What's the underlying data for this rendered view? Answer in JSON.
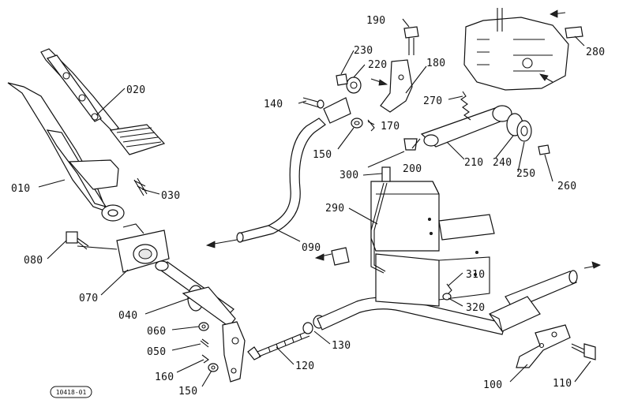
{
  "parts": [
    {
      "id": "p010",
      "label": "010"
    },
    {
      "id": "p020",
      "label": "020"
    },
    {
      "id": "p030",
      "label": "030"
    },
    {
      "id": "p040",
      "label": "040"
    },
    {
      "id": "p050",
      "label": "050"
    },
    {
      "id": "p060",
      "label": "060"
    },
    {
      "id": "p070",
      "label": "070"
    },
    {
      "id": "p080",
      "label": "080"
    },
    {
      "id": "p090",
      "label": "090"
    },
    {
      "id": "p100",
      "label": "100"
    },
    {
      "id": "p110",
      "label": "110"
    },
    {
      "id": "p120",
      "label": "120"
    },
    {
      "id": "p130",
      "label": "130"
    },
    {
      "id": "p140",
      "label": "140"
    },
    {
      "id": "p150a",
      "label": "150"
    },
    {
      "id": "p150b",
      "label": "150"
    },
    {
      "id": "p160",
      "label": "160"
    },
    {
      "id": "p170",
      "label": "170"
    },
    {
      "id": "p180",
      "label": "180"
    },
    {
      "id": "p190",
      "label": "190"
    },
    {
      "id": "p200",
      "label": "200"
    },
    {
      "id": "p210",
      "label": "210"
    },
    {
      "id": "p220",
      "label": "220"
    },
    {
      "id": "p230",
      "label": "230"
    },
    {
      "id": "p240",
      "label": "240"
    },
    {
      "id": "p250",
      "label": "250"
    },
    {
      "id": "p260",
      "label": "260"
    },
    {
      "id": "p270",
      "label": "270"
    },
    {
      "id": "p280",
      "label": "280"
    },
    {
      "id": "p290",
      "label": "290"
    },
    {
      "id": "p300",
      "label": "300"
    },
    {
      "id": "p310",
      "label": "310"
    },
    {
      "id": "p320",
      "label": "320"
    }
  ],
  "reference_code": "10418-01"
}
